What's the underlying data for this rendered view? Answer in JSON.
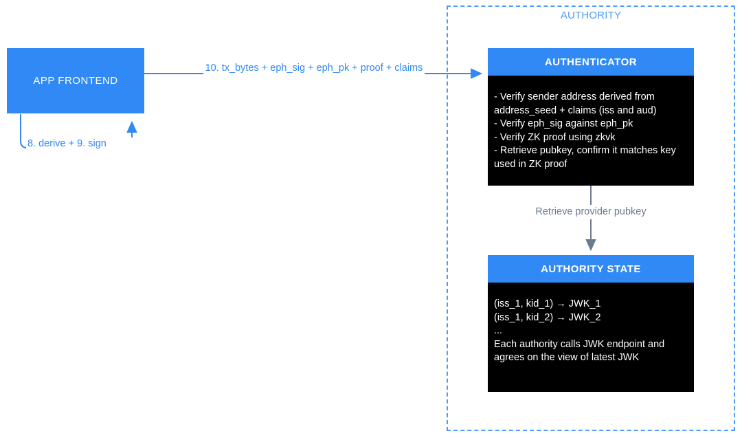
{
  "diagram": {
    "type": "flow-diagram",
    "background": "#ffffff",
    "colors": {
      "accent_blue": "#3089f5",
      "dashed_border_blue": "#4d9bf8",
      "node_body_black": "#000000",
      "gray_connector": "#6b7a8d"
    }
  },
  "authority_group": {
    "title": "AUTHORITY"
  },
  "frontend": {
    "title": "APP FRONTEND"
  },
  "authenticator": {
    "title": "AUTHENTICATOR",
    "body": "- Verify sender address derived from address_seed + claims (iss and aud)\n- Verify eph_sig against eph_pk\n- Verify ZK proof using zkvk\n- Retrieve pubkey, confirm it matches key used in ZK proof"
  },
  "authority_state": {
    "title": "AUTHORITY STATE",
    "body": "(iss_1, kid_1) → JWK_1\n(iss_1, kid_2) → JWK_2\n...\nEach authority calls JWK endpoint and agrees on the view of latest JWK"
  },
  "edges": {
    "frontend_to_authenticator": "10. tx_bytes + eph_sig + eph_pk + proof + claims",
    "frontend_self_loop": "8. derive + 9. sign",
    "authenticator_to_state": "Retrieve provider pubkey"
  }
}
